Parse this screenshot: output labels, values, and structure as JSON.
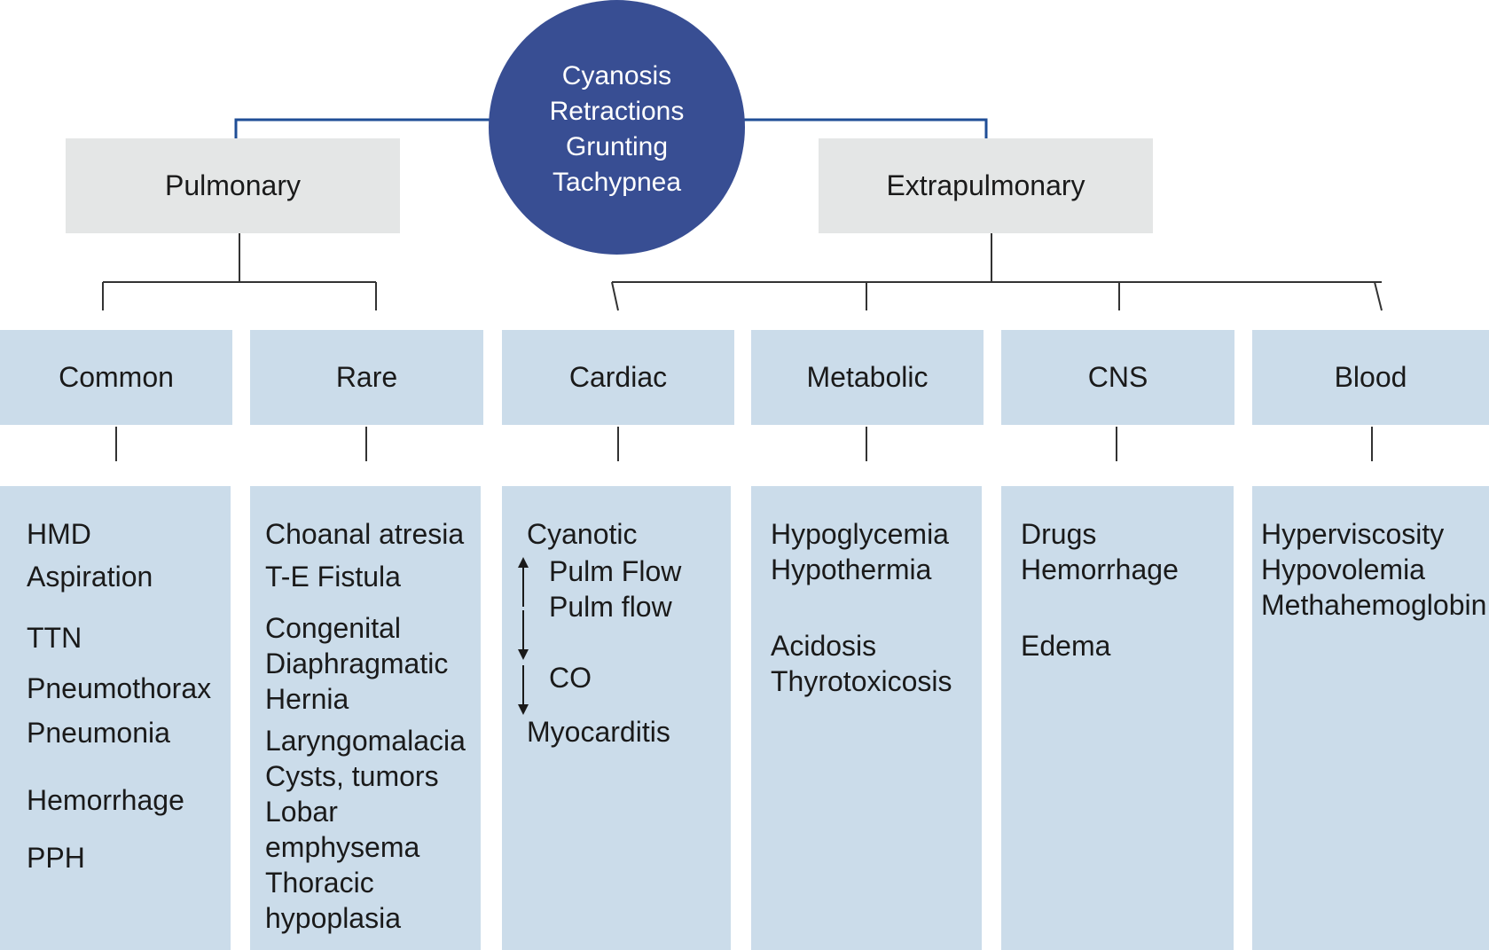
{
  "colors": {
    "circle": "#384e93",
    "category_box": "#e4e6e6",
    "leaf_box": "#cbdcea",
    "top_connector": "#1f4e96",
    "connector": "#333333"
  },
  "center": {
    "lines": [
      "Cyanosis",
      "Retractions",
      "Grunting",
      "Tachypnea"
    ]
  },
  "categories": {
    "pulmonary": "Pulmonary",
    "extrapulmonary": "Extrapulmonary"
  },
  "subcategories": {
    "common": "Common",
    "rare": "Rare",
    "cardiac": "Cardiac",
    "metabolic": "Metabolic",
    "cns": "CNS",
    "blood": "Blood"
  },
  "causes": {
    "common": [
      "HMD",
      "Aspiration",
      "TTN",
      "Pneumothorax",
      "Pneumonia",
      "Hemorrhage",
      "PPH"
    ],
    "rare": [
      "Choanal atresia",
      "T-E Fistula",
      "Congenital",
      "Diaphragmatic",
      "Hernia",
      "Laryngomalacia",
      "Cysts, tumors",
      "Lobar",
      "emphysema",
      "Thoracic",
      "hypoplasia"
    ],
    "cardiac": [
      "Cyanotic",
      "Pulm Flow",
      "Pulm flow",
      "CO",
      "Myocarditis"
    ],
    "metabolic": [
      "Hypoglycemia",
      "Hypothermia",
      "Acidosis",
      "Thyrotoxicosis"
    ],
    "cns": [
      "Drugs",
      "Hemorrhage",
      "Edema"
    ],
    "blood": [
      "Hyperviscosity",
      "Hypovolemia",
      "Methahemoglobin"
    ]
  },
  "icons": {
    "cardiac_up": "up-arrow-icon",
    "cardiac_down_1": "down-arrow-icon",
    "cardiac_down_2": "down-arrow-icon"
  }
}
